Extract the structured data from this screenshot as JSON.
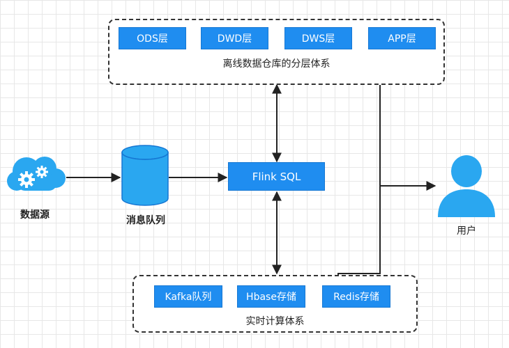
{
  "offline_system": {
    "layers": [
      "ODS层",
      "DWD层",
      "DWS层",
      "APP层"
    ],
    "caption": "离线数据仓库的分层体系"
  },
  "realtime_system": {
    "items": [
      "Kafka队列",
      "Hbase存储",
      "Redis存储"
    ],
    "caption": "实时计算体系"
  },
  "nodes": {
    "data_source": "数据源",
    "message_queue": "消息队列",
    "flink_sql": "Flink SQL",
    "user": "用户"
  },
  "colors": {
    "accent": "#1f8df0",
    "icon_blue": "#2aa7f0",
    "line": "#222222"
  }
}
